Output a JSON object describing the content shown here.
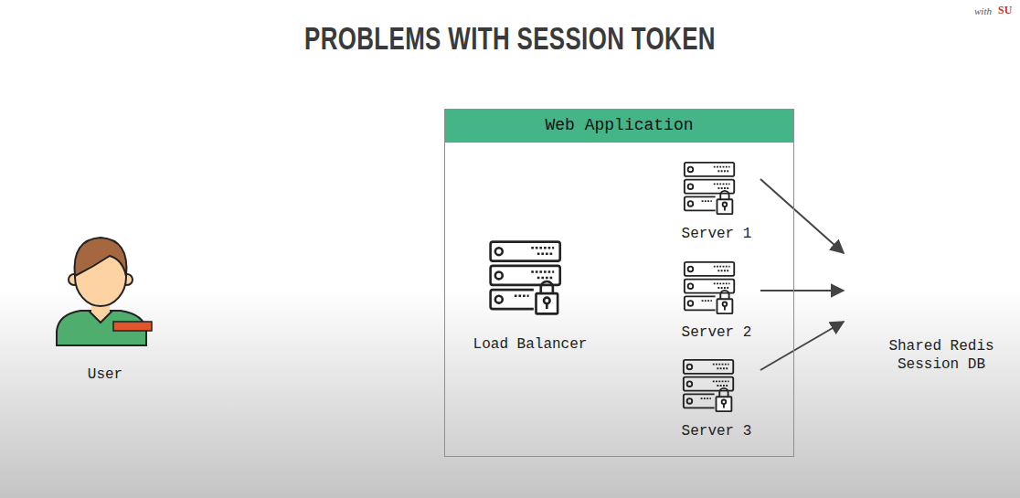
{
  "diagram": {
    "title": "PROBLEMS WITH SESSION TOKEN",
    "nodes": [
      {
        "text": [
          "User"
        ]
      },
      {
        "text": [
          "Web Application"
        ]
      },
      {
        "text": [
          "Load Balancer"
        ],
        "in": 1
      },
      {
        "text": [
          "Server 1"
        ],
        "in": 1
      },
      {
        "text": [
          "Server 2"
        ],
        "in": 1
      },
      {
        "text": [
          "Server 3"
        ],
        "in": 1
      },
      {
        "text": [
          "Shared Redis Session DB"
        ]
      }
    ],
    "edges": [
      {
        "from": 3,
        "to": 6,
        "arrow": "to"
      },
      {
        "from": 4,
        "to": 6,
        "arrow": "to"
      },
      {
        "from": 5,
        "to": 6,
        "arrow": "to"
      }
    ],
    "labels": [
      "with",
      "SU"
    ]
  }
}
